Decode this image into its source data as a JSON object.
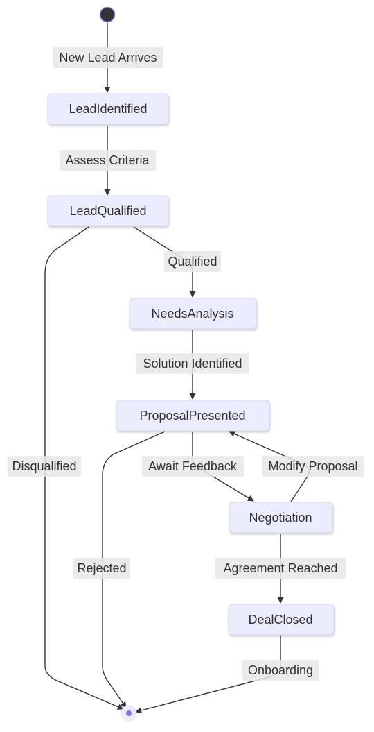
{
  "diagram": {
    "type": "state-diagram",
    "colors": {
      "state_fill": "#ECECFF",
      "start_fill": "#333333",
      "start_stroke": "#9370DB",
      "end_fill": "#9370DB",
      "end_ring": "#ECECFF",
      "edge": "#333333",
      "label_bg": "#e8e8e8",
      "text": "#333333"
    },
    "states": [
      {
        "id": "LeadIdentified",
        "label": "LeadIdentified"
      },
      {
        "id": "LeadQualified",
        "label": "LeadQualified"
      },
      {
        "id": "NeedsAnalysis",
        "label": "NeedsAnalysis"
      },
      {
        "id": "ProposalPresented",
        "label": "ProposalPresented"
      },
      {
        "id": "Negotiation",
        "label": "Negotiation"
      },
      {
        "id": "DealClosed",
        "label": "DealClosed"
      }
    ],
    "transitions": [
      {
        "id": "t1",
        "from": "start",
        "to": "LeadIdentified",
        "label": "New Lead Arrives"
      },
      {
        "id": "t2",
        "from": "LeadIdentified",
        "to": "LeadQualified",
        "label": "Assess Criteria"
      },
      {
        "id": "t3",
        "from": "LeadQualified",
        "to": "NeedsAnalysis",
        "label": "Qualified"
      },
      {
        "id": "t4",
        "from": "LeadQualified",
        "to": "end",
        "label": "Disqualified"
      },
      {
        "id": "t5",
        "from": "NeedsAnalysis",
        "to": "ProposalPresented",
        "label": "Solution Identified"
      },
      {
        "id": "t6",
        "from": "ProposalPresented",
        "to": "Negotiation",
        "label": "Await Feedback"
      },
      {
        "id": "t7",
        "from": "Negotiation",
        "to": "ProposalPresented",
        "label": "Modify Proposal"
      },
      {
        "id": "t8",
        "from": "ProposalPresented",
        "to": "end",
        "label": "Rejected"
      },
      {
        "id": "t9",
        "from": "Negotiation",
        "to": "DealClosed",
        "label": "Agreement Reached"
      },
      {
        "id": "t10",
        "from": "DealClosed",
        "to": "end",
        "label": "Onboarding"
      }
    ]
  }
}
